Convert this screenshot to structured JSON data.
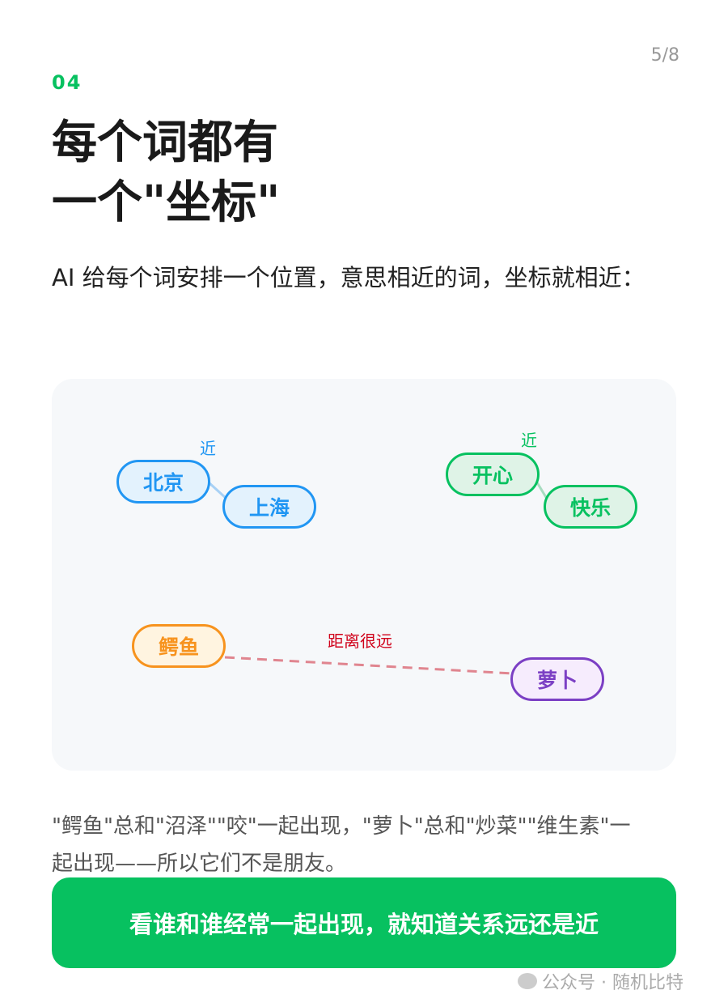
{
  "page_indicator": "5/8",
  "section_number": "04",
  "title_line1": "每个词都有",
  "title_line2": "一个\"坐标\"",
  "intro": "AI 给每个词安排一个位置，意思相近的词，坐标就相近：",
  "diagram": {
    "near_label": "近",
    "far_label": "距离很远",
    "nodes": {
      "beijing": "北京",
      "shanghai": "上海",
      "kaixin": "开心",
      "kuaile": "快乐",
      "eyu": "鳄鱼",
      "luobo": "萝卜"
    }
  },
  "footnote": "\"鳄鱼\"总和\"沼泽\"\"咬\"一起出现，\"萝卜\"总和\"炒菜\"\"维生素\"一起出现——所以它们不是朋友。",
  "callout": "看谁和谁经常一起出现，就知道关系远还是近",
  "watermark": "公众号 · 随机比特",
  "colors": {
    "green": "#07c160",
    "blue": "#2196f3",
    "orange": "#f7931e",
    "purple": "#7b3fc4",
    "red": "#d0021b"
  }
}
